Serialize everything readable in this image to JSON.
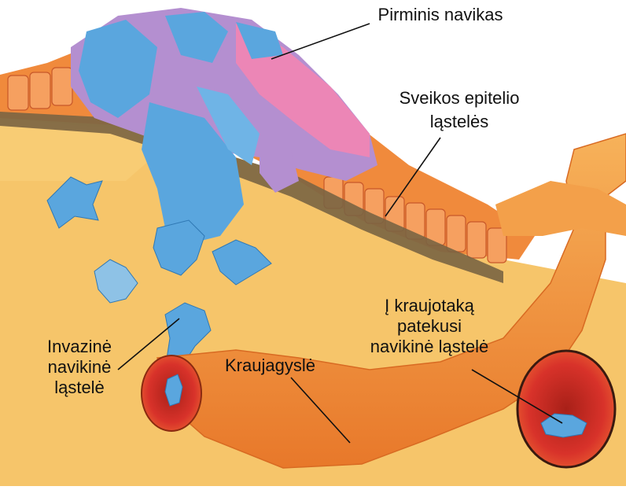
{
  "labels": {
    "primary_tumor": "Pirminis navikas",
    "healthy_epithelium": [
      "Sveikos epitelio",
      "ląstelės"
    ],
    "bloodstream_cell": [
      "Į kraujotaką",
      "patekusi",
      "navikinė ląstelė"
    ],
    "invasive_cell": [
      "Invazinė",
      "navikinė",
      "ląstelė"
    ],
    "blood_vessel": "Kraujagyslė"
  },
  "colors": {
    "stroma": "#f6c56a",
    "epithelium": "#f08a3c",
    "tumor_blue": "#5aa6de",
    "tumor_purple": "#b48fd0",
    "tumor_pink": "#ec86b6",
    "basement_membrane": "#6e5a3a",
    "vessel": "#f39a3e",
    "vessel_lumen": "#d8322a"
  }
}
